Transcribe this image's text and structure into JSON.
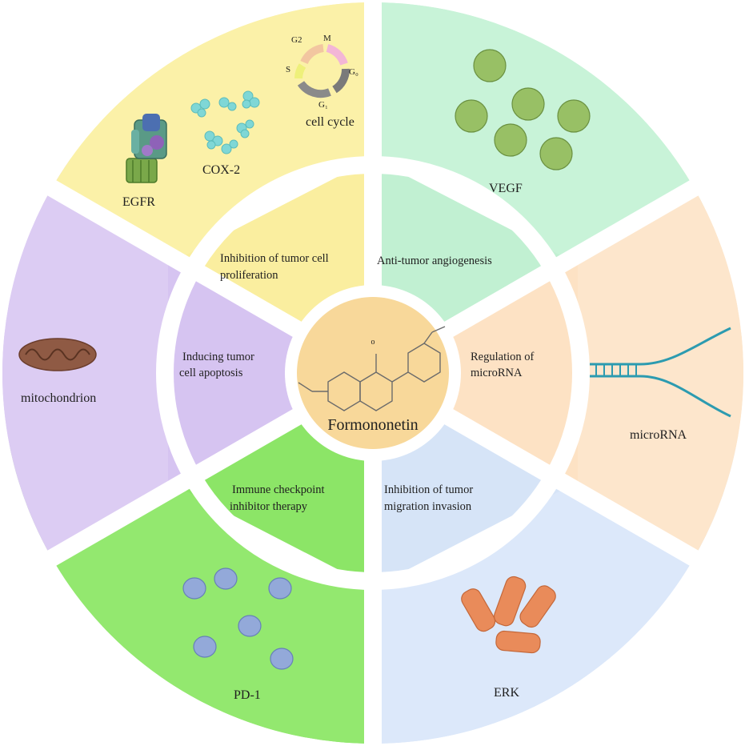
{
  "center": {
    "compound": "Formononetin",
    "fill": "#f8d89a"
  },
  "sectors": [
    {
      "id": "proliferation",
      "inner_lines": [
        "Inhibition of tumor cell",
        "proliferation"
      ],
      "outer_label": "",
      "outer_fill": "#fbf1a8",
      "inner_fill": "#faee9f",
      "markers": [
        "EGFR",
        "COX-2",
        "cell cycle"
      ]
    },
    {
      "id": "angiogenesis",
      "inner_lines": [
        "Anti-tumor angiogenesis"
      ],
      "outer_label": "VEGF",
      "outer_fill": "#c8f3d8",
      "inner_fill": "#c1f0d2"
    },
    {
      "id": "microrna",
      "inner_lines": [
        "Regulation of",
        "microRNA"
      ],
      "outer_label": "microRNA",
      "outer_fill": "#fde6cc",
      "inner_fill": "#fde2c4"
    },
    {
      "id": "migration",
      "inner_lines": [
        "Inhibition of tumor",
        "migration invasion"
      ],
      "outer_label": "ERK",
      "outer_fill": "#dce8fa",
      "inner_fill": "#d6e4f7"
    },
    {
      "id": "immune",
      "inner_lines": [
        "Immune checkpoint",
        "inhibitor therapy"
      ],
      "outer_label": "PD-1",
      "outer_fill": "#93e86f",
      "inner_fill": "#8ce567"
    },
    {
      "id": "apoptosis",
      "inner_lines": [
        "Inducing tumor",
        "cell apoptosis"
      ],
      "outer_label": "mitochondrion",
      "outer_fill": "#dcccf3",
      "inner_fill": "#d6c4f1"
    }
  ],
  "cell_cycle_phases": [
    "G2",
    "M",
    "G₀",
    "G₁",
    "S"
  ],
  "icons": [
    "egfr-receptor-icon",
    "cox2-enzyme-icon",
    "cell-cycle-icon",
    "vegf-protein-icon",
    "microrna-strand-icon",
    "erk-kinase-icon",
    "pd1-receptor-icon",
    "mitochondrion-icon",
    "molecular-structure-icon"
  ]
}
